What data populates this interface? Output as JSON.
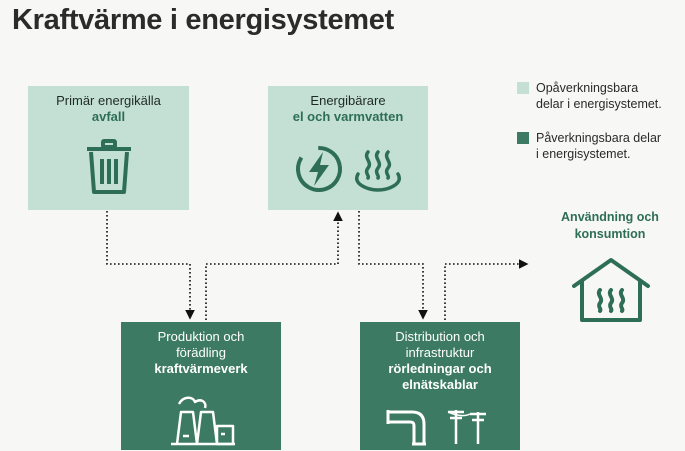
{
  "title": "Kraftvärme i energisystemet",
  "colors": {
    "light": "#c4e0d5",
    "dark": "#3c7a64",
    "accent": "#2e6e58"
  },
  "boxes": {
    "primary": {
      "line1": "Primär energikälla",
      "bold": "avfall",
      "icon": "trash-icon"
    },
    "carrier": {
      "line1": "Energibärare",
      "bold": "el och varmvatten",
      "icons": [
        "lightning-icon",
        "heat-waves-icon"
      ]
    },
    "production": {
      "line1": "Produktion och",
      "line2": "förädling",
      "bold": "kraftvärmeverk",
      "icon": "power-plant-icon"
    },
    "distribution": {
      "line1": "Distribution och",
      "line2": "infrastruktur",
      "bold1": "rörledningar och",
      "bold2": "elnätskablar",
      "icons": [
        "pipe-icon",
        "power-line-icon"
      ]
    }
  },
  "usage": {
    "line1": "Användning och",
    "line2": "konsumtion",
    "icon": "house-heat-icon"
  },
  "legend": [
    {
      "line1": "Opåverkningsbara",
      "line2": "delar i energisystemet.",
      "color": "#c4e0d5"
    },
    {
      "line1": "Påverkningsbara delar",
      "line2": "i energisystemet.",
      "color": "#3c7a64"
    }
  ]
}
